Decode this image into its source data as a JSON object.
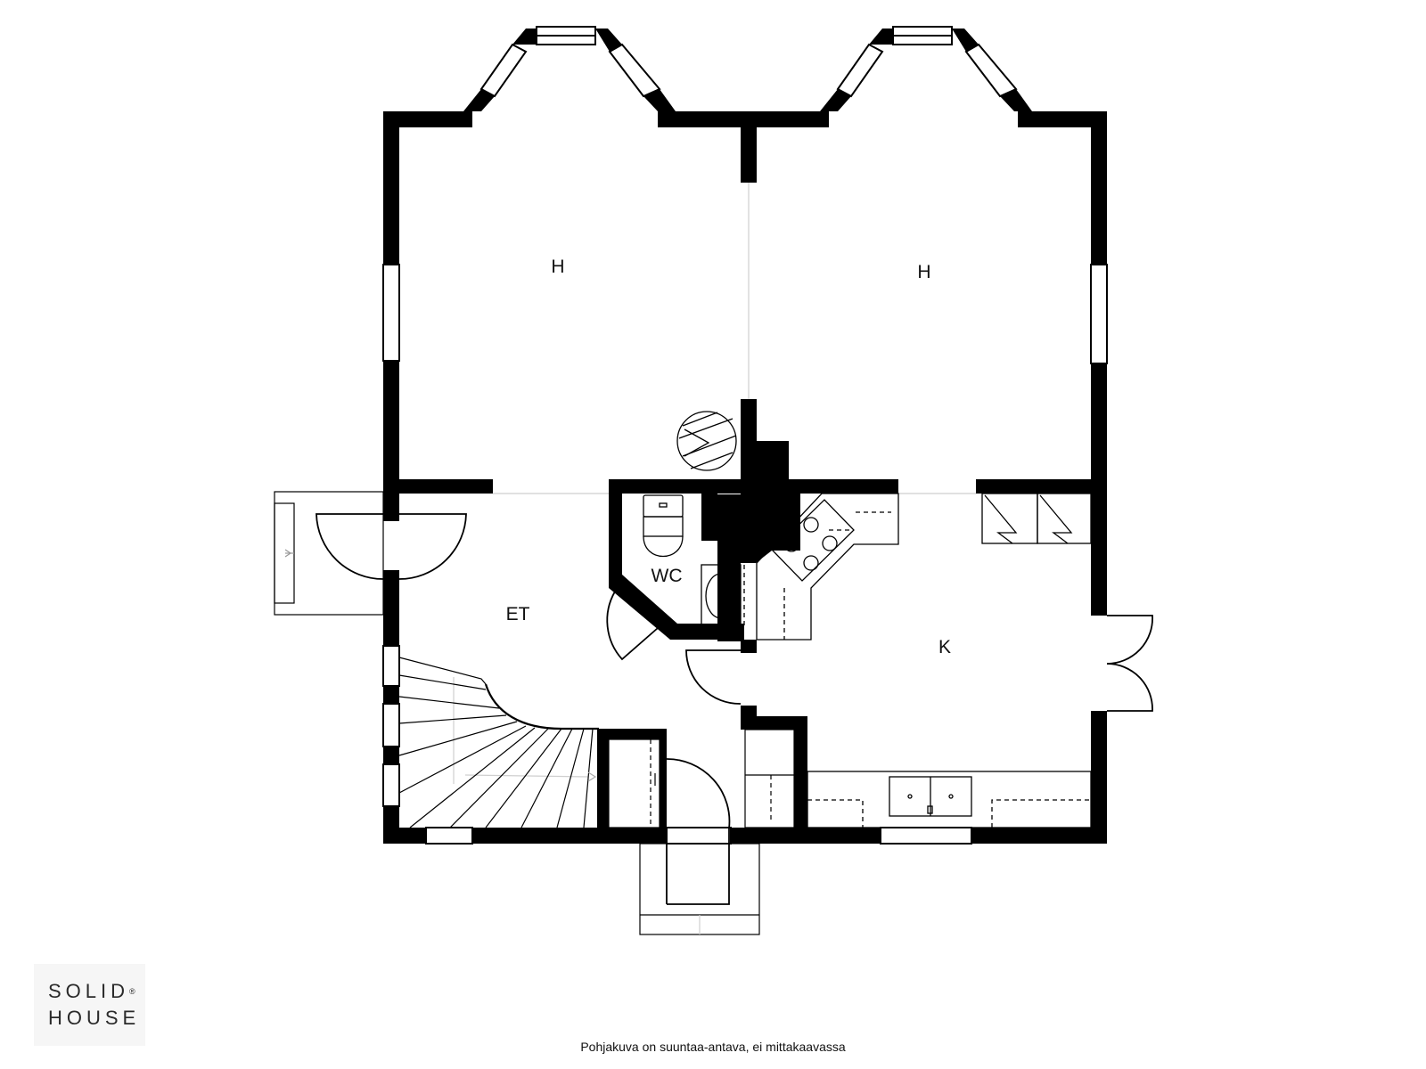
{
  "plan": {
    "rooms": [
      {
        "id": "bedroom-left",
        "label": "H"
      },
      {
        "id": "bedroom-right",
        "label": "H"
      },
      {
        "id": "hall",
        "label": "ET"
      },
      {
        "id": "toilet",
        "label": "WC"
      },
      {
        "id": "kitchen",
        "label": "K"
      }
    ]
  },
  "logo": {
    "line1": "SOLID",
    "mark": "®",
    "line2": "HOUSE"
  },
  "footer": {
    "disclaimer": "Pohjakuva on suuntaa-antava, ei mittakaavassa"
  },
  "colors": {
    "wall": "#000000",
    "line": "#000000",
    "thin": "#cfcfcf",
    "background": "#ffffff"
  }
}
